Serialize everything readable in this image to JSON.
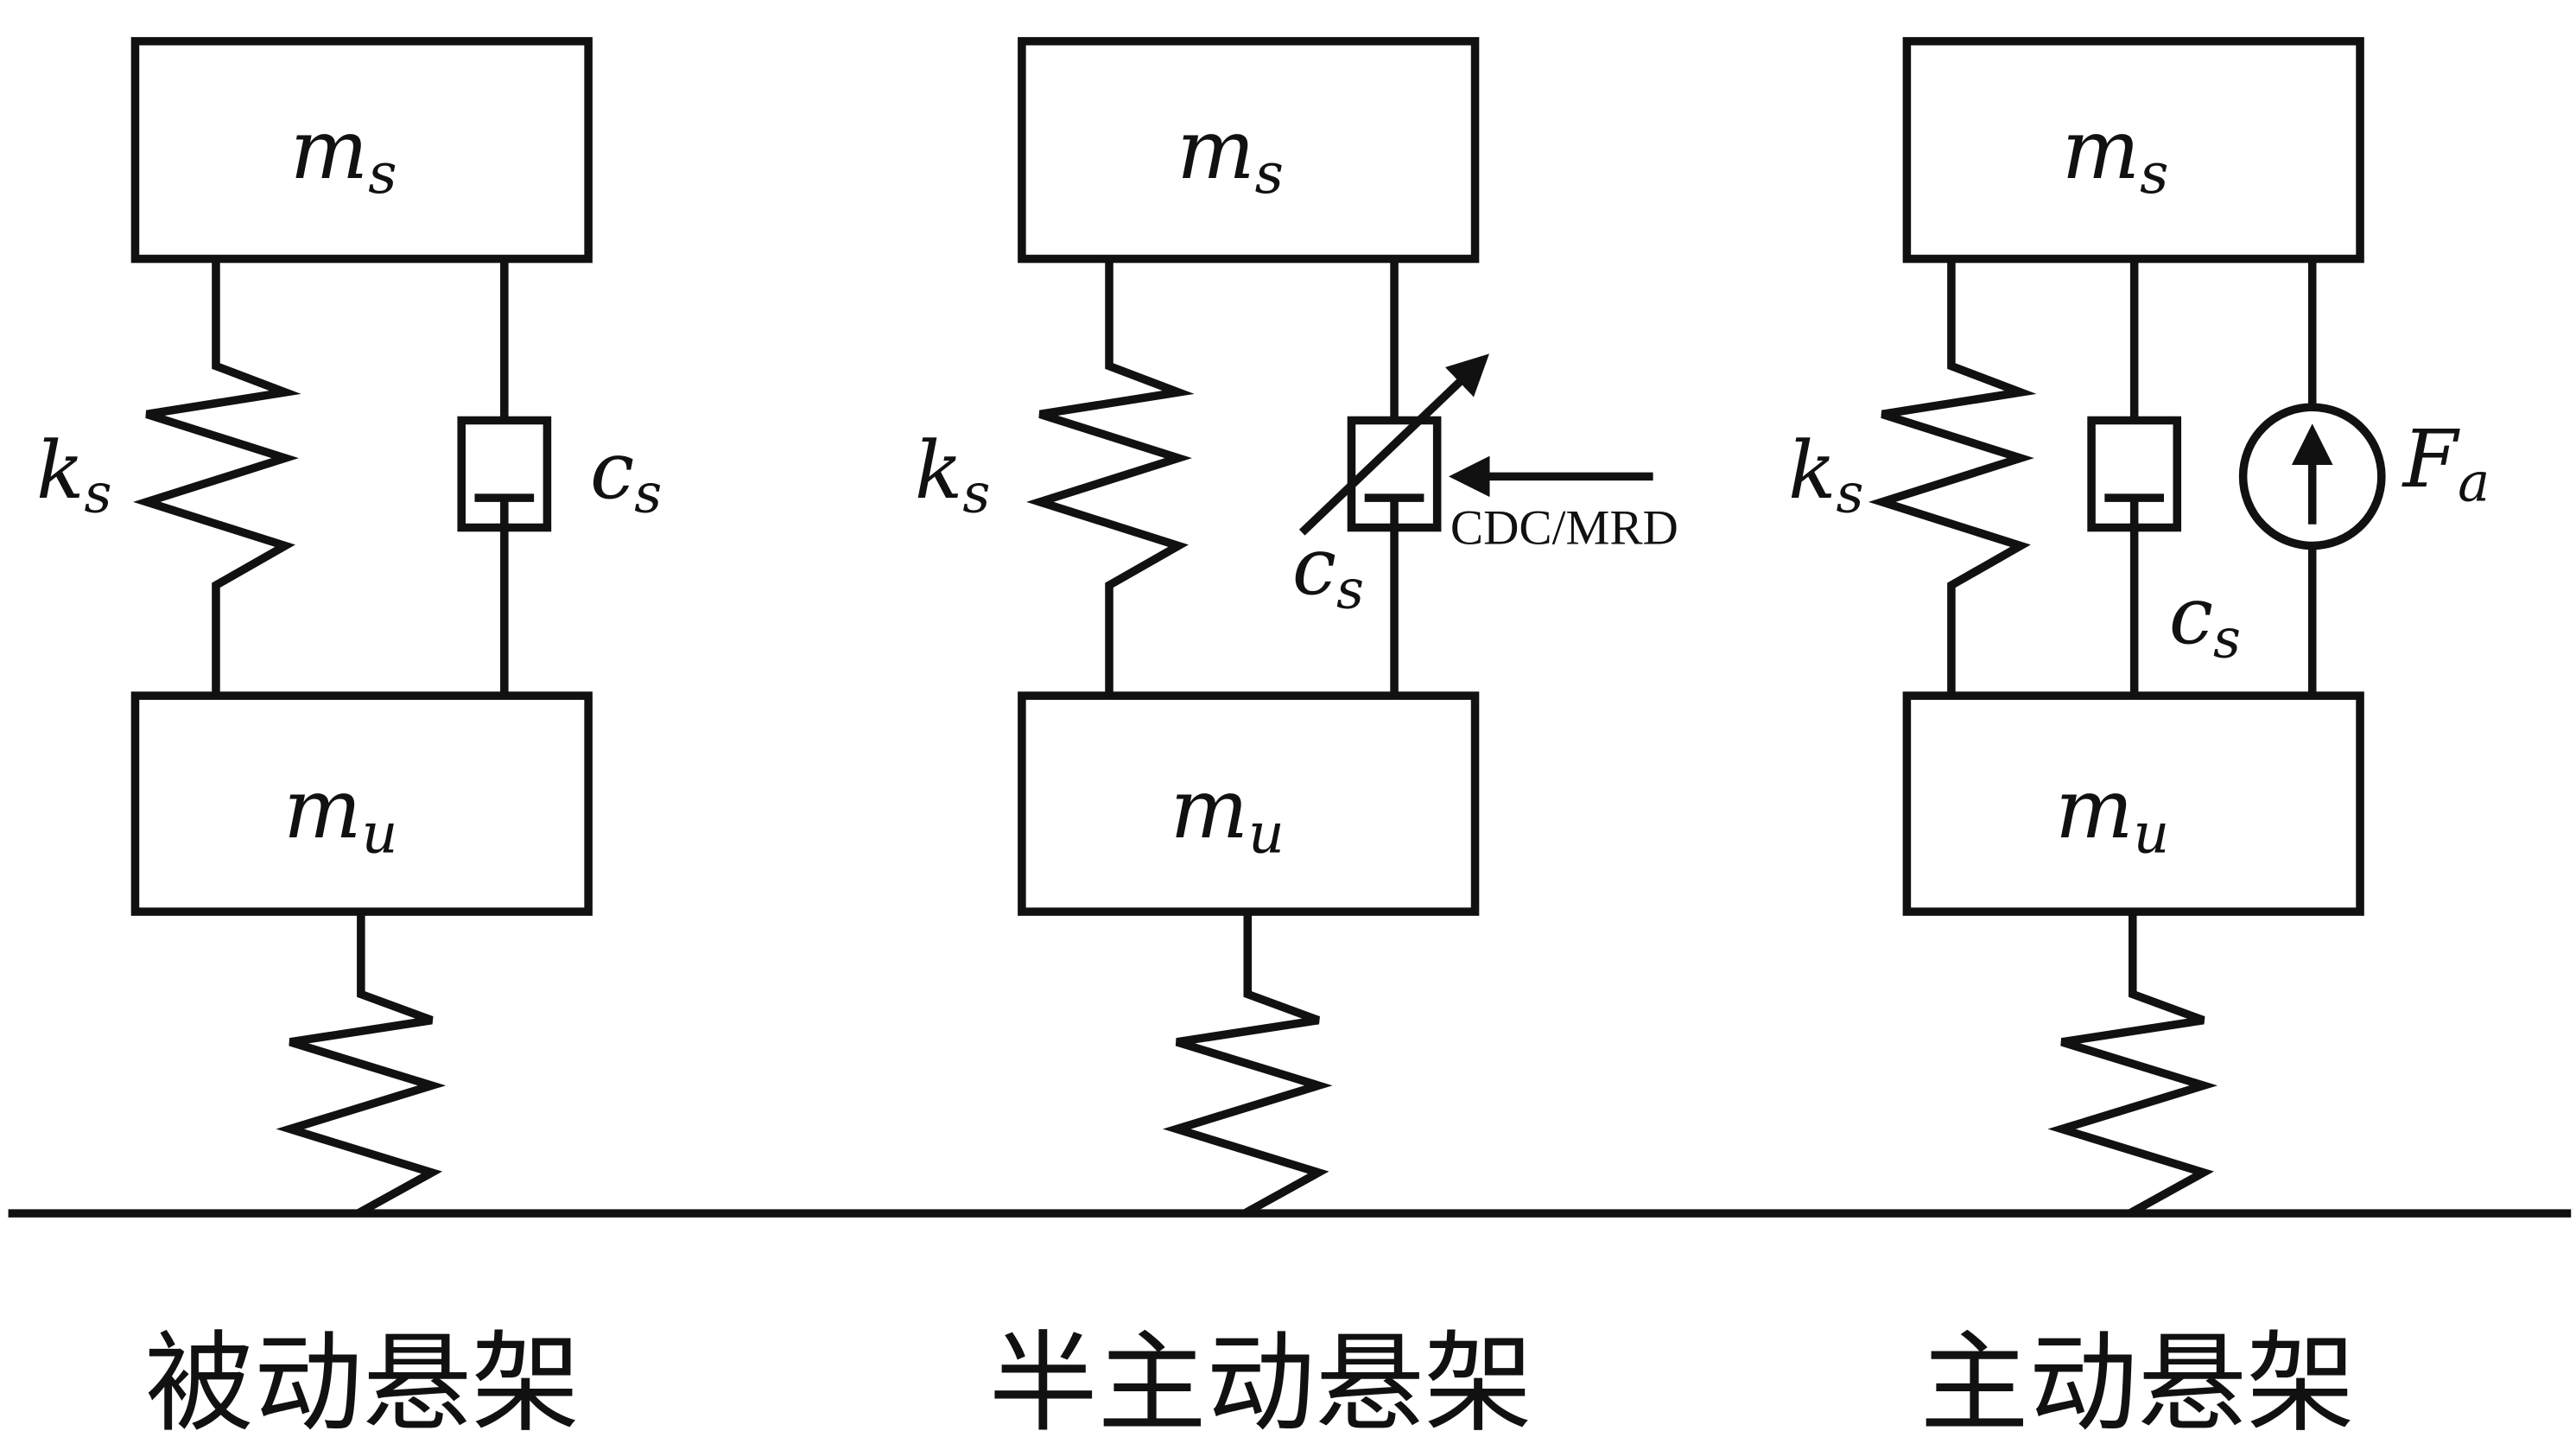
{
  "symbols": {
    "sprung_mass": {
      "base": "m",
      "sub": "s"
    },
    "unsprung_mass": {
      "base": "m",
      "sub": "u"
    },
    "spring": {
      "base": "k",
      "sub": "s"
    },
    "damper": {
      "base": "c",
      "sub": "s"
    },
    "actuator_force": {
      "base": "F",
      "sub": "a"
    }
  },
  "semi_active_annotation": "CDC/MRD",
  "captions": {
    "passive": "被动悬架",
    "semi_active": "半主动悬架",
    "active": "主动悬架"
  }
}
